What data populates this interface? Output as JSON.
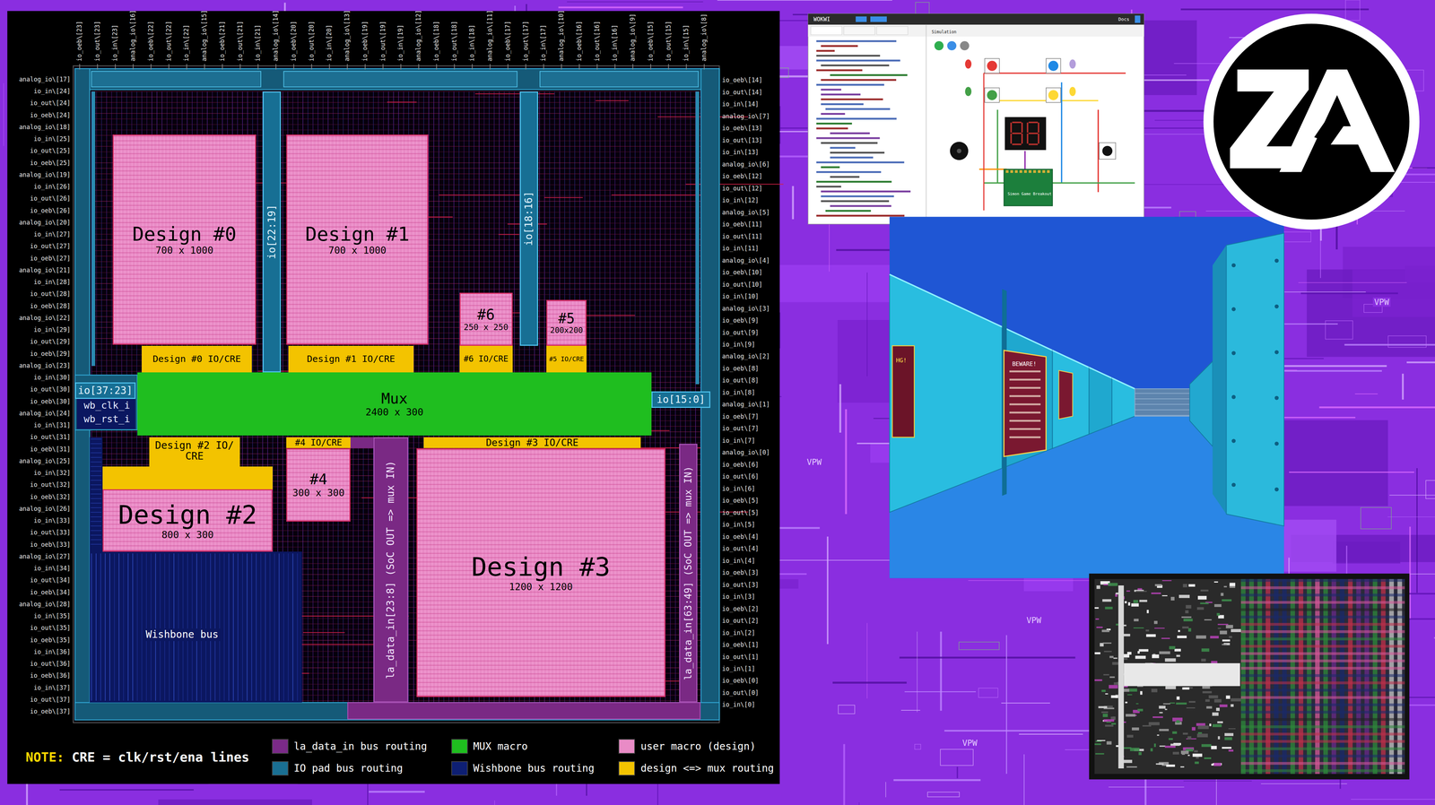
{
  "diagram": {
    "nodes": [
      {
        "text": [
          "Design #0",
          "700 x 1000"
        ]
      },
      {
        "text": [
          "Design #1",
          "700 x 1000"
        ]
      },
      {
        "text": [
          "io[22:19]"
        ]
      },
      {
        "text": [
          "io[18:16]"
        ]
      },
      {
        "text": [
          "#6",
          "250 x 250"
        ]
      },
      {
        "text": [
          "#5",
          "200x200"
        ]
      },
      {
        "text": [
          "Design #0 IO/CRE"
        ]
      },
      {
        "text": [
          "Design #1 IO/CRE"
        ]
      },
      {
        "text": [
          "#6 IO/CRE"
        ]
      },
      {
        "text": [
          "#5 IO/CRE"
        ]
      },
      {
        "text": [
          "io[37:23]"
        ]
      },
      {
        "text": [
          "Mux",
          "2400 x 300"
        ]
      },
      {
        "text": [
          "io[15:0]"
        ]
      },
      {
        "text": [
          "Design #2 IO/ CRE"
        ]
      },
      {
        "text": [
          "#4 IO/CRE"
        ]
      },
      {
        "text": [
          "Design #3 IO/CRE"
        ]
      },
      {
        "text": [
          "Design #2",
          "800 x 300"
        ]
      },
      {
        "text": [
          "#4",
          "300 x 300"
        ]
      },
      {
        "text": [
          "Design #3",
          "1200 x 1200"
        ]
      },
      {
        "text": [
          "Wishbone bus"
        ]
      },
      {
        "text": [
          "la_data_in[23:8] (SoC OUT => mux IN)"
        ]
      },
      {
        "text": [
          "la_data_in[63:49] (SoC OUT => mux IN)"
        ]
      }
    ],
    "labels": [
      "io_oeb\\[23]",
      "io_out\\[23]",
      "io_in\\[23]",
      "analog_io\\[16]",
      "io_oeb\\[22]",
      "io_out\\[22]",
      "io_in\\[22]",
      "analog_io\\[15]",
      "io_oeb\\[21]",
      "io_out\\[21]",
      "io_in\\[21]",
      "analog_io\\[14]",
      "io_oeb\\[20]",
      "io_out\\[20]",
      "io_in\\[20]",
      "analog_io\\[13]",
      "io_oeb\\[19]",
      "io_out\\[19]",
      "io_in\\[19]",
      "analog_io\\[12]",
      "io_oeb\\[18]",
      "io_out\\[18]",
      "io_in\\[18]",
      "analog_io\\[11]",
      "io_oeb\\[17]",
      "io_out\\[17]",
      "io_in\\[17]",
      "analog_io\\[10]",
      "io_oeb\\[16]",
      "io_out\\[16]",
      "io_in\\[16]",
      "analog_io\\[9]",
      "io_oeb\\[15]",
      "io_out\\[15]",
      "io_in\\[15]",
      "analog_io\\[8]",
      "analog_io\\[17]",
      "io_in\\[24]",
      "io_out\\[24]",
      "io_oeb\\[24]",
      "analog_io\\[18]",
      "io_in\\[25]",
      "io_out\\[25]",
      "io_oeb\\[25]",
      "analog_io\\[19]",
      "io_in\\[26]",
      "io_out\\[26]",
      "io_oeb\\[26]",
      "analog_io\\[20]",
      "io_in\\[27]",
      "io_out\\[27]",
      "io_oeb\\[27]",
      "analog_io\\[21]",
      "io_in\\[28]",
      "io_out\\[28]",
      "io_oeb\\[28]",
      "analog_io\\[22]",
      "io_in\\[29]",
      "io_out\\[29]",
      "io_oeb\\[29]",
      "analog_io\\[23]",
      "io_in\\[30]",
      "io_out\\[30]",
      "io_oeb\\[30]",
      "analog_io\\[24]",
      "io_in\\[31]",
      "io_out\\[31]",
      "io_oeb\\[31]",
      "analog_io\\[25]",
      "io_in\\[32]",
      "io_out\\[32]",
      "io_oeb\\[32]",
      "analog_io\\[26]",
      "io_in\\[33]",
      "io_out\\[33]",
      "io_oeb\\[33]",
      "analog_io\\[27]",
      "io_in\\[34]",
      "io_out\\[34]",
      "io_oeb\\[34]",
      "analog_io\\[28]",
      "io_in\\[35]",
      "io_out\\[35]",
      "io_oeb\\[35]",
      "io_in\\[36]",
      "io_out\\[36]",
      "io_oeb\\[36]",
      "io_in\\[37]",
      "io_out\\[37]",
      "io_oeb\\[37]",
      "io_oeb\\[14]",
      "io_out\\[14]",
      "io_in\\[14]",
      "analog_io\\[7]",
      "io_oeb\\[13]",
      "io_out\\[13]",
      "io_in\\[13]",
      "analog_io\\[6]",
      "io_oeb\\[12]",
      "io_out\\[12]",
      "io_in\\[12]",
      "analog_io\\[5]",
      "io_oeb\\[11]",
      "io_out\\[11]",
      "io_in\\[11]",
      "analog_io\\[4]",
      "io_oeb\\[10]",
      "io_out\\[10]",
      "io_in\\[10]",
      "analog_io\\[3]",
      "io_oeb\\[9]",
      "io_out\\[9]",
      "io_in\\[9]",
      "analog_io\\[2]",
      "io_oeb\\[8]",
      "io_out\\[8]",
      "io_in\\[8]",
      "analog_io\\[1]",
      "io_oeb\\[7]",
      "io_out\\[7]",
      "io_in\\[7]",
      "analog_io\\[0]",
      "io_oeb\\[6]",
      "io_out\\[6]",
      "io_in\\[6]",
      "io_oeb\\[5]",
      "io_out\\[5]",
      "io_in\\[5]",
      "io_oeb\\[4]",
      "io_out\\[4]",
      "io_in\\[4]",
      "io_oeb\\[3]",
      "io_out\\[3]",
      "io_in\\[3]",
      "io_oeb\\[2]",
      "io_out\\[2]",
      "io_in\\[2]",
      "io_oeb\\[1]",
      "io_out\\[1]",
      "io_in\\[1]",
      "io_oeb\\[0]",
      "io_out\\[0]",
      "io_in\\[0]",
      "wb_clk_i",
      "wb_rst_i",
      "NOTE:",
      "CRE = clk/rst/ena lines",
      "WOKWI",
      "Simulation",
      "Docs",
      "Simon Game Breakout",
      "HG!",
      "BEWARE!",
      "VPW",
      "VPW",
      "VPW",
      "VPW"
    ],
    "legend": [
      {
        "text": "la_data_in bus routing",
        "color": "#7b2a88"
      },
      {
        "text": "IO pad bus routing",
        "color": "#1a6f93"
      },
      {
        "text": "MUX macro",
        "color": "#1fbe1f"
      },
      {
        "text": "Wishbone bus routing",
        "color": "#0e1f73"
      },
      {
        "text": "user macro (design)",
        "color": "#e98bc6"
      },
      {
        "text": "design <=> mux routing",
        "color": "#f3c300"
      }
    ]
  }
}
